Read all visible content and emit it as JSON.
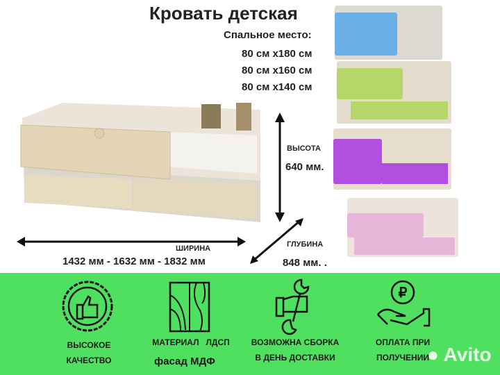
{
  "title": "Кровать детская",
  "sleeping_place": {
    "label": "Спальное место:",
    "sizes": [
      "80 см х180 см",
      "80 см х160 см",
      "80 см х140 см"
    ]
  },
  "dimensions": {
    "height_label": "ВЫСОТА",
    "height_value": "640 мм.",
    "width_label": "ШИРИНА",
    "width_value": "1432 мм - 1632 мм - 1832 мм",
    "depth_label": "ГЛУБИНА",
    "depth_value": "848 мм. ."
  },
  "color_variants": [
    "#6ab0e8",
    "#b6d66a",
    "#b04fe0",
    "#e7b5d8"
  ],
  "features": [
    {
      "icon": "thumbs-up-badge-icon",
      "lines": [
        "ВЫСОКОЕ",
        "КАЧЕСТВО"
      ]
    },
    {
      "icon": "wood-panel-icon",
      "lines": [
        "МАТЕРИАЛ   ЛДСП"
      ],
      "extra": "фасад МДФ"
    },
    {
      "icon": "hand-wrench-icon",
      "lines": [
        "ВОЗМОЖНА СБОРКА",
        "В ДЕНЬ ДОСТАВКИ"
      ]
    },
    {
      "icon": "ruble-hand-icon",
      "lines": [
        "ОПЛАТА ПРИ",
        "ПОЛУЧЕНИИ"
      ]
    }
  ],
  "watermark": "Avito",
  "band_color": "#4fe060"
}
